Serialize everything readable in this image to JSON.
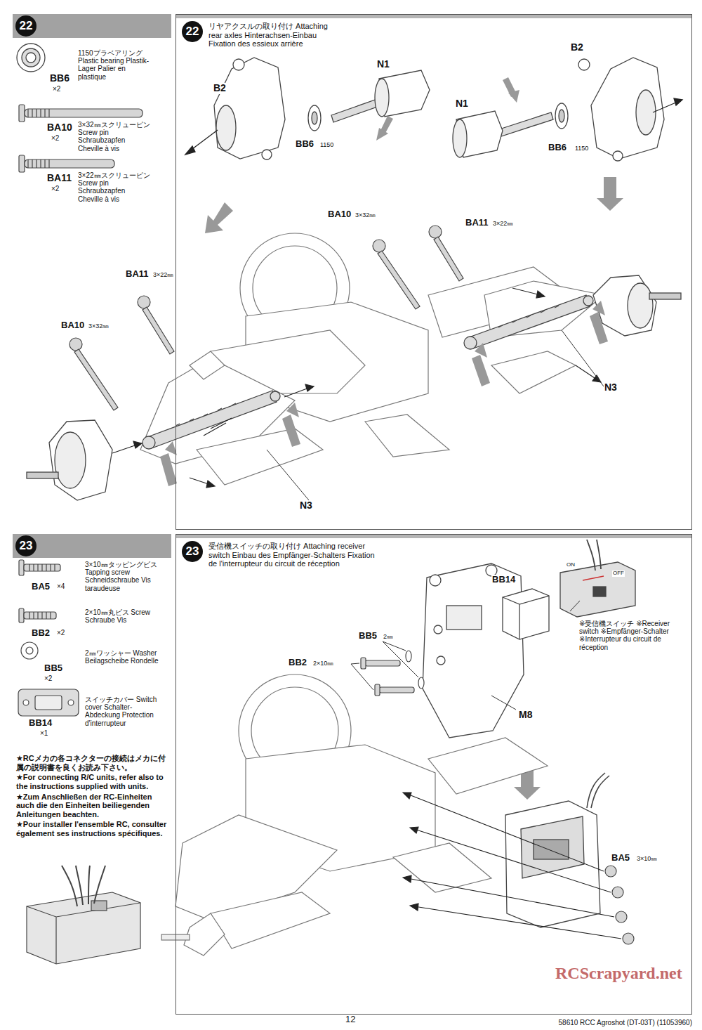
{
  "diagram": {
    "nodes": [
      {
        "text": [
          "22"
        ]
      },
      {
        "text": [
          "22",
          "リヤアクスルの取り付け Attaching rear axles Hinterachsen-Einbau Fixation des essieux arrière"
        ]
      },
      {
        "text": [
          "23"
        ]
      },
      {
        "text": [
          "23",
          "受信機スイッチの取り付け Attaching receiver switch Einbau des Empfänger-Schalters Fixation de l'interrupteur du circuit de réception"
        ]
      }
    ],
    "labels": [
      "BB6",
      "×2",
      "1150プラベアリング Plastic bearing Plastik-Lager Palier en plastique",
      "BA10",
      "×2",
      "3×32㎜スクリューピン Screw pin Schraubzapfen Cheville à vis",
      "BA11",
      "×2",
      "3×22㎜スクリューピン Screw pin Schraubzapfen Cheville à vis",
      "N1",
      "B2",
      "BB6",
      "1150",
      "N1",
      "B2",
      "BB6",
      "1150",
      "BA10",
      "3×32㎜",
      "BA11",
      "3×22㎜",
      "BA11",
      "3×22㎜",
      "BA10",
      "3×32㎜",
      "N3",
      "N3",
      "BA5",
      "×4",
      "3×10㎜タッピングビス Tapping screw Schneidschraube Vis taraudeuse",
      "BB2",
      "×2",
      "2×10㎜丸ビス Screw Schraube Vis",
      "BB5",
      "×2",
      "2㎜ワッシャー Washer Beilagscheibe Rondelle",
      "BB14",
      "×1",
      "スイッチカバー Switch cover Schalter-Abdeckung Protection d'interrupteur",
      "★RCメカの各コネクターの接続はメカに付属の説明書を良くお読み下さい。",
      "★For connecting R/C units, refer also to the instructions supplied with units.",
      "★Zum Anschließen der RC-Einheiten auch die den Einheiten beiliegenden Anleitungen beachten.",
      "★Pour installer l'ensemble RC, consulter également ses instructions spécifiques.",
      "BB14",
      "ON",
      "OFF",
      "※受信機スイッチ ※Receiver switch ※Empfänger-Schalter ※Interrupteur du circuit de réception",
      "BB5",
      "2㎜",
      "BB2",
      "2×10㎜",
      "M8",
      "BA5",
      "3×10㎜",
      "12",
      "58610 RCC Agroshot (DT-03T) (11053960)",
      "RCScrapyard.net"
    ]
  }
}
